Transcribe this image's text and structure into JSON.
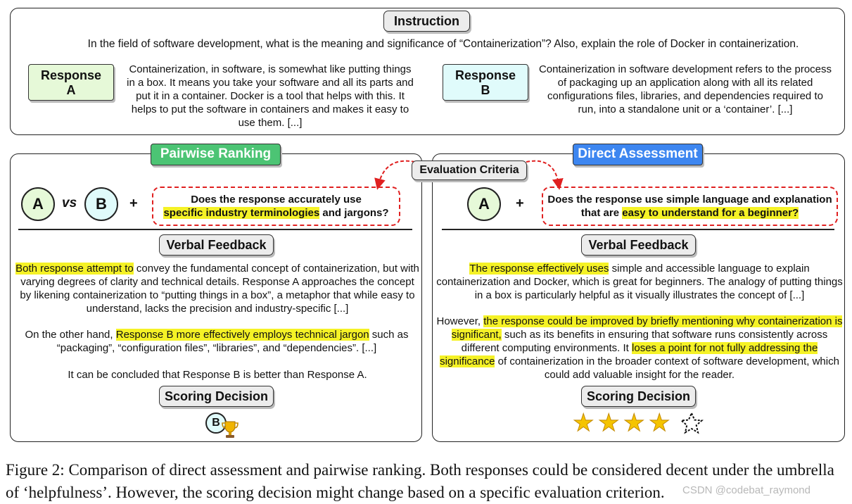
{
  "instruction": {
    "tag": "Instruction",
    "text": "In the field of software development, what is the meaning and significance of “Containerization”? Also, explain the role of Docker in containerization."
  },
  "response_a": {
    "label_line1": "Response",
    "label_line2": "A",
    "text": "Containerization, in software, is somewhat like putting things in a box. It means you take your software and all its parts and put it in a container. Docker is a tool that helps with this. It helps to put the software in containers and makes it easy to use them. [...]"
  },
  "response_b": {
    "label_line1": "Response",
    "label_line2": "B",
    "text": "Containerization in software development refers to the process of packaging up an application along with all its related configurations files, libraries, and dependencies required to run, into a standalone unit or a ‘container’. [...]"
  },
  "evaluation_criteria": "Evaluation Criteria",
  "pairwise": {
    "title": "Pairwise Ranking",
    "circle_a": "A",
    "vs": "vs",
    "circle_b": "B",
    "plus": "+",
    "criterion_pre": "Does the response accurately use",
    "criterion_hl": "specific industry terminologies",
    "criterion_post": " and jargons?",
    "feedback_tag": "Verbal Feedback",
    "p1_hl": "Both response attempt to",
    "p1_rest": " convey the fundamental concept of containerization, but with varying degrees of clarity and technical details. Response A approaches the concept by likening containerization to “putting things in a box”, a metaphor that while easy to understand, lacks the precision and industry-specific [...]",
    "p2_pre": "On the other hand, ",
    "p2_hl": "Response B more effectively employs technical jargon",
    "p2_post": " such as “packaging”, “configuration files”, “libraries”, and “dependencies”. [...]",
    "p3": "It can be concluded that Response B is better than Response A.",
    "scoring_tag": "Scoring Decision",
    "winner": "B"
  },
  "direct": {
    "title": "Direct Assessment",
    "circle_a": "A",
    "plus": "+",
    "criterion_pre": "Does the response use simple language and explanation that are ",
    "criterion_hl": "easy to understand for a beginner?",
    "feedback_tag": "Verbal Feedback",
    "p1_hl": "The response effectively uses",
    "p1_rest": " simple and accessible language to explain containerization and Docker, which is great for beginners. The analogy of putting things in a box is particularly helpful as it visually illustrates the concept of [...]",
    "p2_pre": "However, ",
    "p2_hl1": "the response could be improved by briefly mentioning why containerization is significant,",
    "p2_mid": " such as its benefits in ensuring that software runs consistently across different computing environments.  It ",
    "p2_hl2": "loses a point for not fully addressing the significance",
    "p2_post": " of containerization in the broader context of software development, which could add valuable insight for the reader.",
    "scoring_tag": "Scoring Decision",
    "score": 4,
    "max_score": 5
  },
  "caption": "Figure 2: Comparison of direct assessment and pairwise ranking. Both responses could be considered decent under the umbrella of ‘helpfulness’. However, the scoring decision might change based on a specific evaluation criterion.",
  "watermark": "CSDN @codebat_raymond",
  "colors": {
    "response_a_fill": "#e6f9d8",
    "response_b_fill": "#e0fbfb",
    "pairwise_fill": "#4cc474",
    "direct_fill": "#3d86f0",
    "highlight": "#f5f226",
    "criteria_border": "#e02020",
    "star": "#f5c400"
  }
}
